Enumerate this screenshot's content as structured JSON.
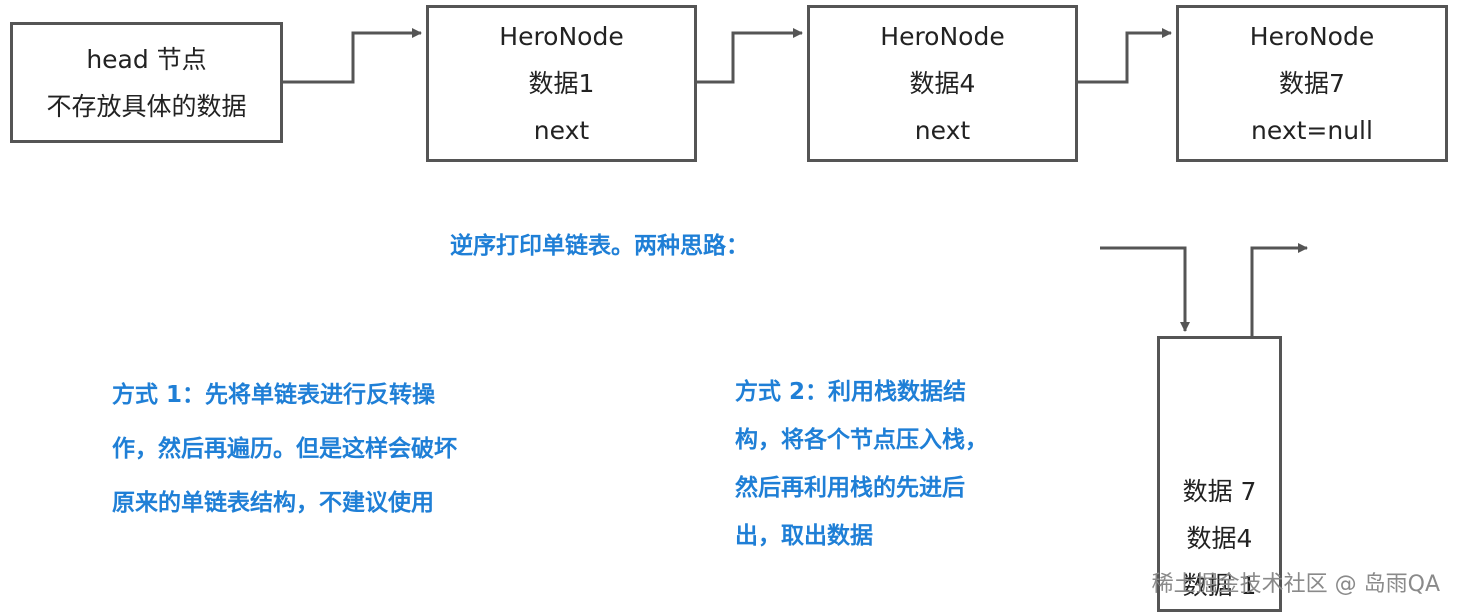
{
  "head_node": {
    "line1": "head 节点",
    "line2": "不存放具体的数据"
  },
  "nodes": [
    {
      "name": "HeroNode",
      "data": "数据1",
      "next": "next"
    },
    {
      "name": "HeroNode",
      "data": "数据4",
      "next": "next"
    },
    {
      "name": "HeroNode",
      "data": "数据7",
      "next": "next=null"
    }
  ],
  "heading": "逆序打印单链表。两种思路：",
  "method1": {
    "line1": "方式 1：先将单链表进行反转操",
    "line2": "作，然后再遍历。但是这样会破坏",
    "line3": "原来的单链表结构，不建议使用"
  },
  "method2": {
    "line1": "方式 2：利用栈数据结",
    "line2": "构，将各个节点压入栈，",
    "line3": "然后再利用栈的先进后",
    "line4": "出，取出数据"
  },
  "stack": {
    "items": [
      "数据 7",
      "数据4",
      "数据 1"
    ]
  },
  "watermark": "稀土掘金技术社区 @ 岛雨QA",
  "colors": {
    "accent_text": "#1f7fd6",
    "box_border": "#555555",
    "arrow": "#555555"
  }
}
